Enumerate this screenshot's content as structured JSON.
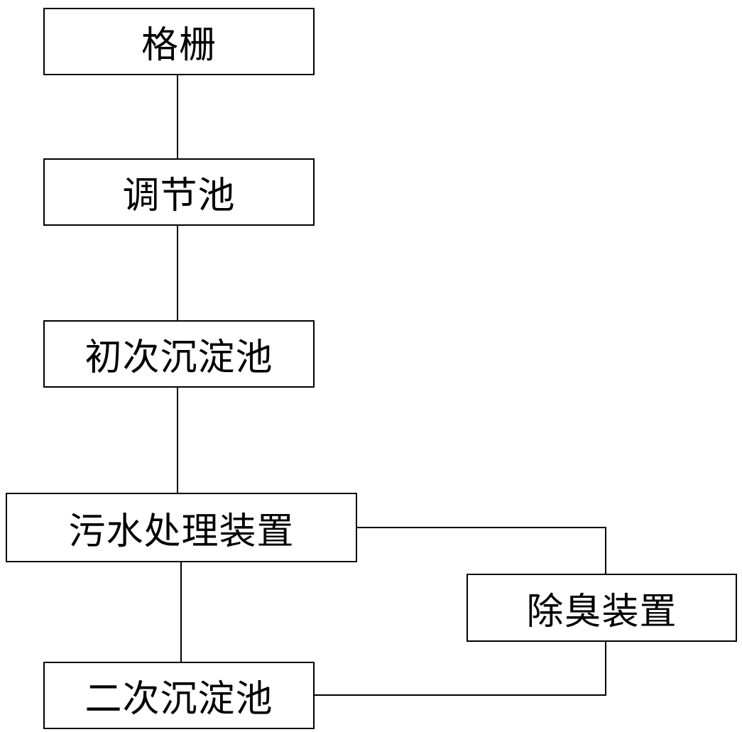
{
  "diagram": {
    "nodes": {
      "grille": "格栅",
      "regulating_tank": "调节池",
      "primary_sedimentation": "初次沉淀池",
      "sewage_treatment_device": "污水处理装置",
      "deodorization_device": "除臭装置",
      "secondary_sedimentation": "二次沉淀池"
    },
    "edges": [
      [
        "grille",
        "regulating_tank"
      ],
      [
        "regulating_tank",
        "primary_sedimentation"
      ],
      [
        "primary_sedimentation",
        "sewage_treatment_device"
      ],
      [
        "sewage_treatment_device",
        "secondary_sedimentation"
      ],
      [
        "sewage_treatment_device",
        "deodorization_device"
      ],
      [
        "deodorization_device",
        "secondary_sedimentation"
      ]
    ],
    "line_color": "#000000",
    "border_color": "#000000"
  }
}
